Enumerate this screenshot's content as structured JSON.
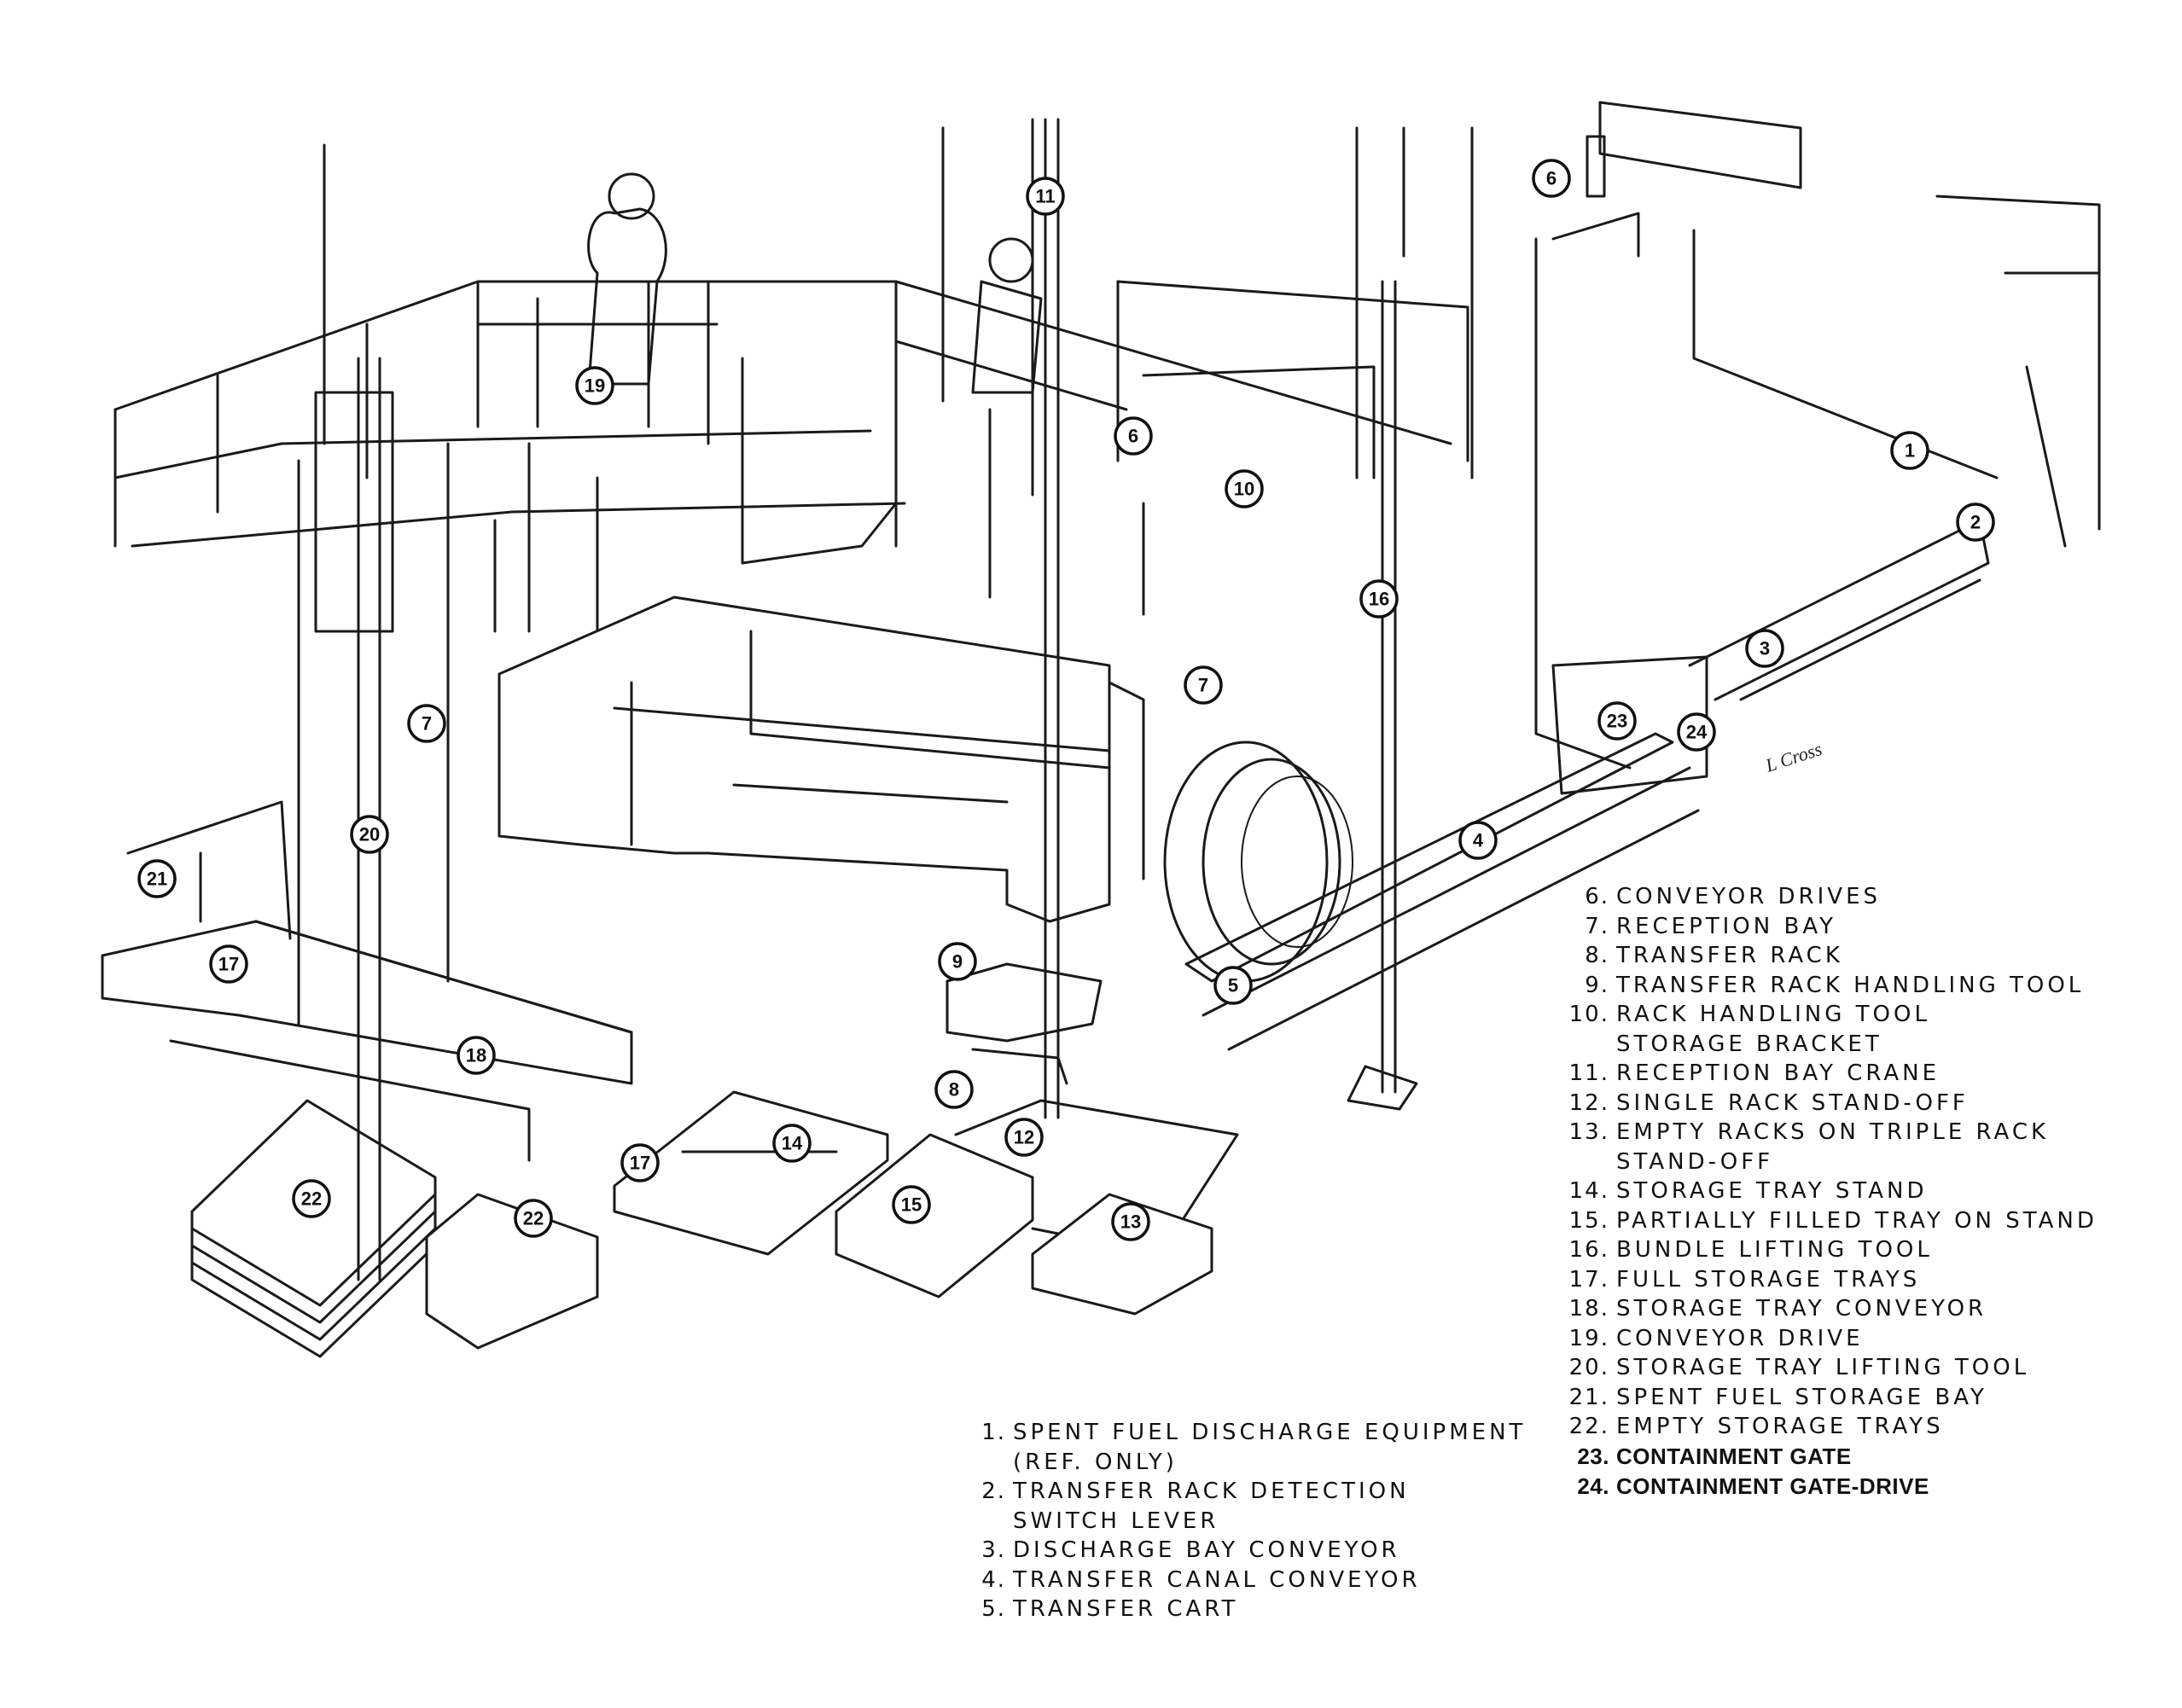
{
  "signature": "L Cross",
  "legend_left": [
    {
      "num": "1.",
      "text": "SPENT FUEL DISCHARGE EQUIPMENT\n(REF. ONLY)"
    },
    {
      "num": "2.",
      "text": "TRANSFER RACK DETECTION\nSWITCH LEVER"
    },
    {
      "num": "3.",
      "text": "DISCHARGE BAY CONVEYOR"
    },
    {
      "num": "4.",
      "text": "TRANSFER CANAL CONVEYOR"
    },
    {
      "num": "5.",
      "text": "TRANSFER CART"
    }
  ],
  "legend_right": [
    {
      "num": "6.",
      "text": "CONVEYOR DRIVES"
    },
    {
      "num": "7.",
      "text": "RECEPTION BAY"
    },
    {
      "num": "8.",
      "text": "TRANSFER RACK"
    },
    {
      "num": "9.",
      "text": "TRANSFER RACK HANDLING TOOL"
    },
    {
      "num": "10.",
      "text": "RACK HANDLING TOOL\nSTORAGE BRACKET"
    },
    {
      "num": "11.",
      "text": "RECEPTION BAY CRANE"
    },
    {
      "num": "12.",
      "text": "SINGLE RACK STAND-OFF"
    },
    {
      "num": "13.",
      "text": "EMPTY RACKS ON TRIPLE RACK\nSTAND-OFF"
    },
    {
      "num": "14.",
      "text": "STORAGE TRAY STAND"
    },
    {
      "num": "15.",
      "text": "PARTIALLY FILLED TRAY ON STAND"
    },
    {
      "num": "16.",
      "text": "BUNDLE LIFTING TOOL"
    },
    {
      "num": "17.",
      "text": "FULL STORAGE TRAYS"
    },
    {
      "num": "18.",
      "text": "STORAGE TRAY CONVEYOR"
    },
    {
      "num": "19.",
      "text": "CONVEYOR DRIVE"
    },
    {
      "num": "20.",
      "text": "STORAGE TRAY LIFTING TOOL"
    },
    {
      "num": "21.",
      "text": "SPENT FUEL STORAGE BAY"
    },
    {
      "num": "22.",
      "text": "EMPTY STORAGE TRAYS"
    },
    {
      "num": "23.",
      "text": "CONTAINMENT GATE",
      "bold": true
    },
    {
      "num": "24.",
      "text": "CONTAINMENT GATE-DRIVE",
      "bold": true
    }
  ],
  "callouts": [
    "1",
    "2",
    "3",
    "4",
    "5",
    "6",
    "6",
    "7",
    "7",
    "8",
    "9",
    "10",
    "11",
    "12",
    "13",
    "14",
    "15",
    "16",
    "17",
    "17",
    "18",
    "19",
    "20",
    "21",
    "22",
    "22",
    "23",
    "24"
  ]
}
